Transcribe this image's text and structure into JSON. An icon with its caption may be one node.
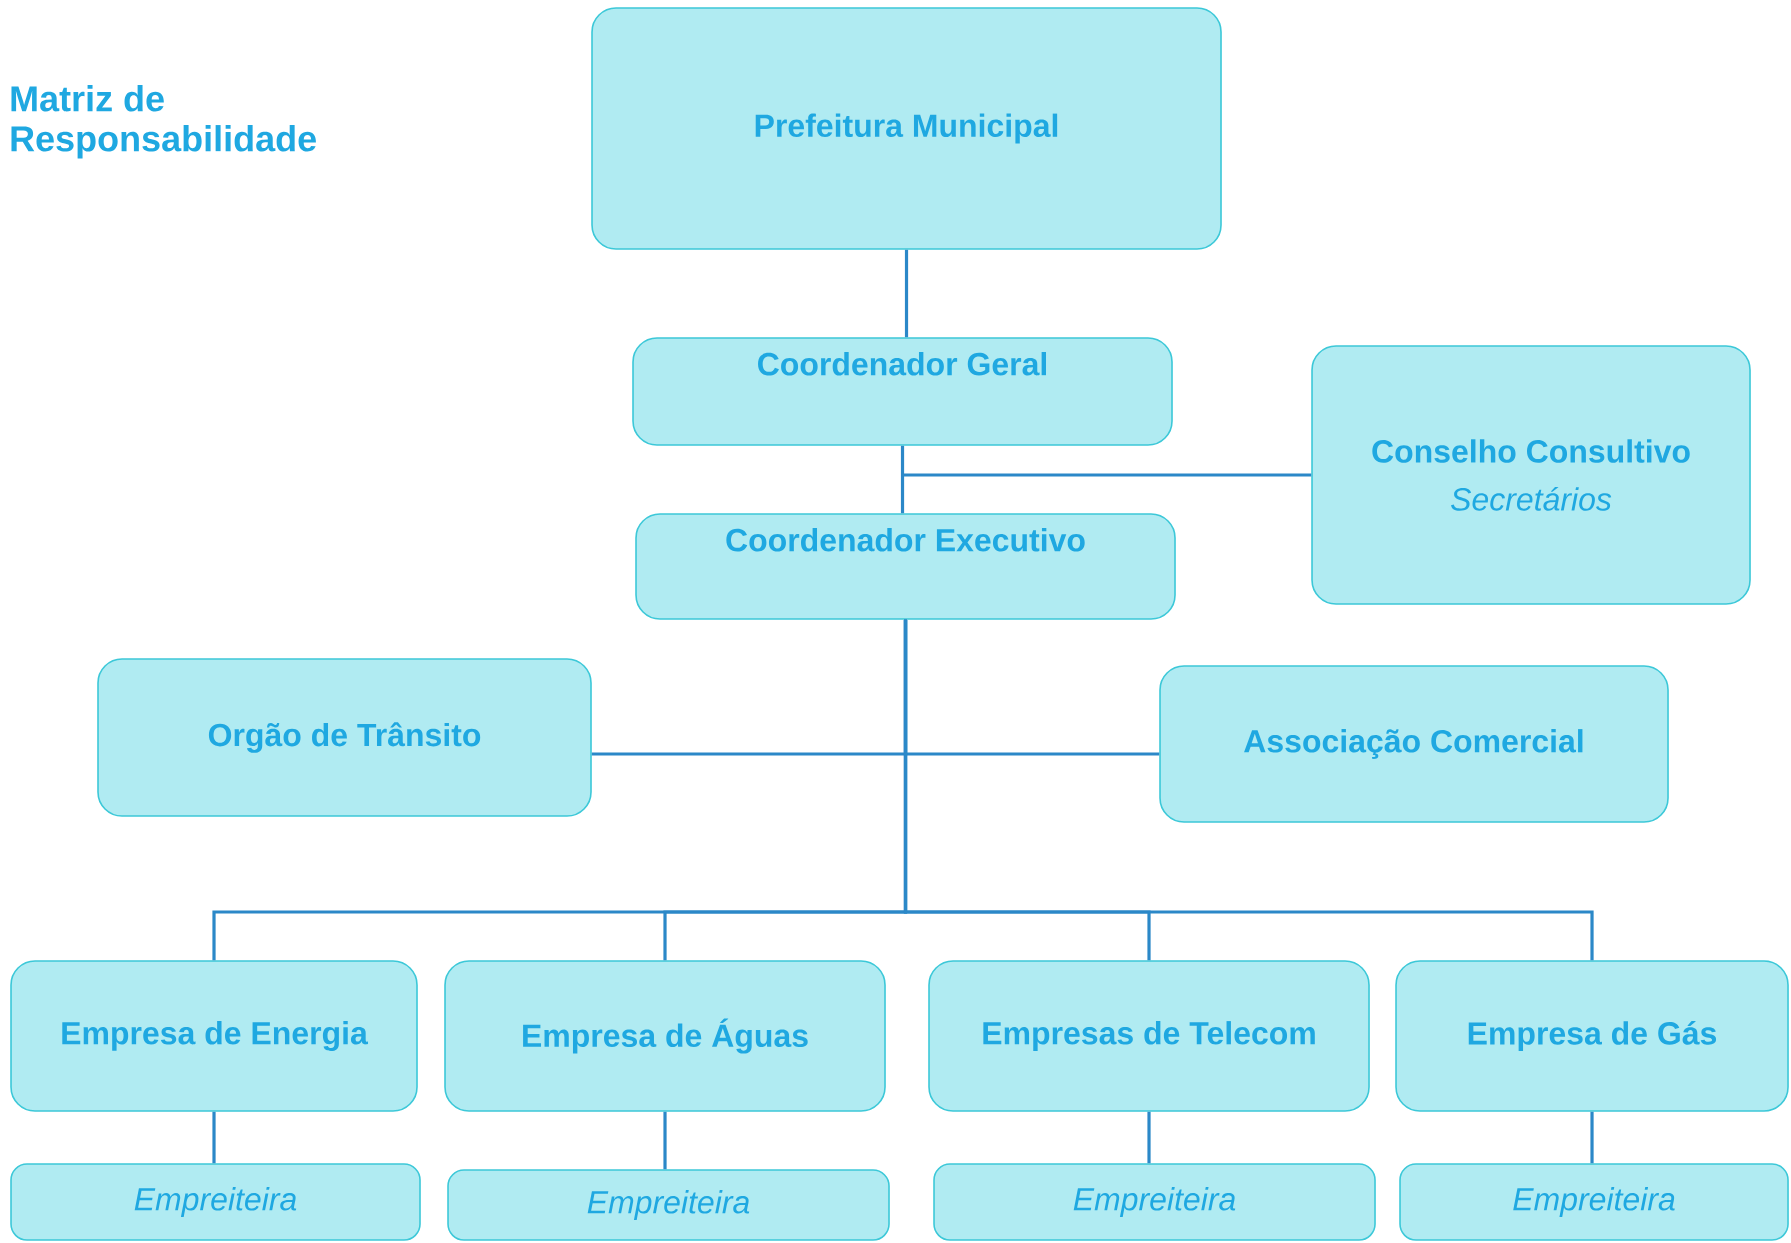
{
  "diagram": {
    "title": "Matriz de Responsabilidade",
    "nodes": [
      {
        "text": [
          "Prefeitura Municipal"
        ]
      },
      {
        "text": [
          "Coordenador Geral"
        ]
      },
      {
        "text": [
          "Conselho Consultivo",
          "Secretários"
        ]
      },
      {
        "text": [
          "Coordenador Executivo"
        ]
      },
      {
        "text": [
          "Orgão de Trânsito"
        ]
      },
      {
        "text": [
          "Associação Comercial"
        ]
      },
      {
        "text": [
          "Empresa de Energia"
        ]
      },
      {
        "text": [
          "Empresa de Águas"
        ]
      },
      {
        "text": [
          "Empresas de Telecom"
        ]
      },
      {
        "text": [
          "Empresa de Gás"
        ]
      },
      {
        "text": [
          "Empreiteira"
        ]
      },
      {
        "text": [
          "Empreiteira"
        ]
      },
      {
        "text": [
          "Empreiteira"
        ]
      },
      {
        "text": [
          "Empreiteira"
        ]
      }
    ],
    "edges": [
      {
        "from": 0,
        "to": 1,
        "arrow": "none"
      },
      {
        "from": 1,
        "to": 3,
        "arrow": "none"
      },
      {
        "from": 2,
        "to": 1,
        "arrow": "none"
      },
      {
        "from": 3,
        "to": 4,
        "arrow": "none"
      },
      {
        "from": 3,
        "to": 5,
        "arrow": "none"
      },
      {
        "from": 3,
        "to": 6,
        "arrow": "none"
      },
      {
        "from": 3,
        "to": 7,
        "arrow": "none"
      },
      {
        "from": 3,
        "to": 8,
        "arrow": "none"
      },
      {
        "from": 3,
        "to": 9,
        "arrow": "none"
      },
      {
        "from": 6,
        "to": 10,
        "arrow": "none"
      },
      {
        "from": 7,
        "to": 11,
        "arrow": "none"
      },
      {
        "from": 8,
        "to": 12,
        "arrow": "none"
      },
      {
        "from": 9,
        "to": 13,
        "arrow": "none"
      }
    ]
  }
}
